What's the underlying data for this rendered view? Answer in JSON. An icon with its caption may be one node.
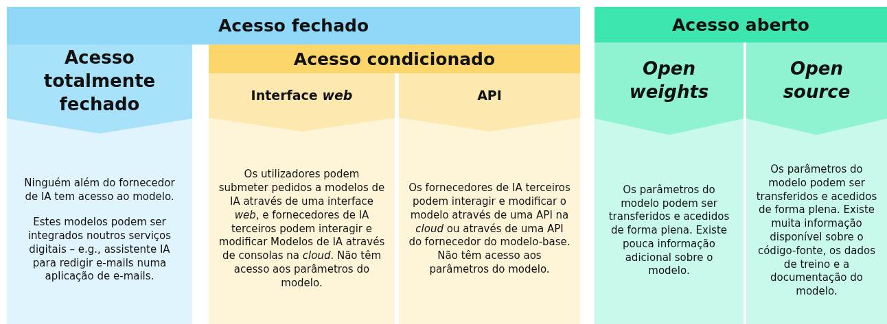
{
  "diagram": {
    "nodes": [
      {
        "text": [
          "Acesso fechado"
        ]
      },
      {
        "text": [
          "Acesso totalmente fechado",
          "Ninguém além do fornecedor de IA tem acesso ao modelo.",
          "Estes modelos podem ser integrados noutros serviços digitais – e.g., assistente IA para redigir e-mails numa aplicação de e-mails."
        ]
      },
      {
        "text": [
          "Acesso condicionado"
        ]
      },
      {
        "text": [
          "Interface *web*",
          "Os utilizadores podem submeter pedidos a modelos de IA através de uma interface *web*, e fornecedores de IA terceiros podem interagir e modificar Modelos de IA através de consolas na *cloud*. Não têm acesso aos parâmetros do modelo."
        ]
      },
      {
        "text": [
          "API",
          "Os fornecedores de IA terceiros podem interagir e modificar o modelo através de uma API na *cloud* ou através de uma API do fornecedor do modelo-base. Não têm acesso aos parâmetros do modelo."
        ]
      },
      {
        "text": [
          "Acesso aberto"
        ]
      },
      {
        "text": [
          "Open weights",
          "Os parâmetros do modelo podem ser transferidos e acedidos de forma plena. Existe pouca informação adicional sobre o modelo."
        ]
      },
      {
        "text": [
          "Open source",
          "Os parâmetros do modelo podem ser transferidos e acedidos de forma plena. Existe muita informação disponível sobre o código-fonte, os dados de treino e a documentação do modelo."
        ]
      }
    ]
  }
}
